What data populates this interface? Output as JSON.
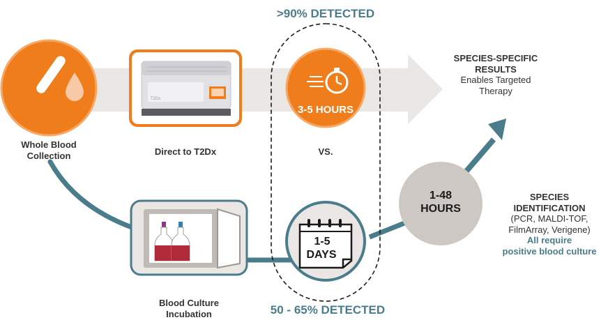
{
  "top_label": ">90% DETECTED",
  "bottom_label": "50 - 65% DETECTED",
  "steps": {
    "whole_blood": {
      "line1": "Whole Blood",
      "line2": "Collection",
      "icon": "test-tube-drop-icon"
    },
    "direct_t2dx": {
      "label": "Direct to T2Dx",
      "icon": "t2dx-instrument-image",
      "device_brand": "T2Dx"
    },
    "t2_time": {
      "label": "3-5 HOURS",
      "icon": "stopwatch-icon"
    },
    "versus": {
      "label": "VS."
    },
    "blood_culture": {
      "line1": "Blood Culture",
      "line2": "Incubation",
      "icon": "incubator-bottles-icon"
    },
    "culture_time": {
      "line1": "1-5",
      "line2": "DAYS",
      "icon": "calendar-icon"
    },
    "species_id_time": {
      "line1": "1-48",
      "line2": "HOURS"
    }
  },
  "species_results": {
    "line1": "SPECIES-SPECIFIC",
    "line2": "RESULTS",
    "line3": "Enables Targeted",
    "line4": "Therapy"
  },
  "species_identification": {
    "line1": "SPECIES",
    "line2": "IDENTIFICATION",
    "line3": "(PCR, MALDI-TOF,",
    "line4": "FilmArray, Verigene)",
    "line5": "All require",
    "line6": "positive blood culture"
  },
  "colors": {
    "orange": "#f07d1c",
    "teal": "#4b7c8c",
    "grey_arrow": "#e9e6e3",
    "disc_grey": "#cdc8c3",
    "text": "#333333"
  }
}
